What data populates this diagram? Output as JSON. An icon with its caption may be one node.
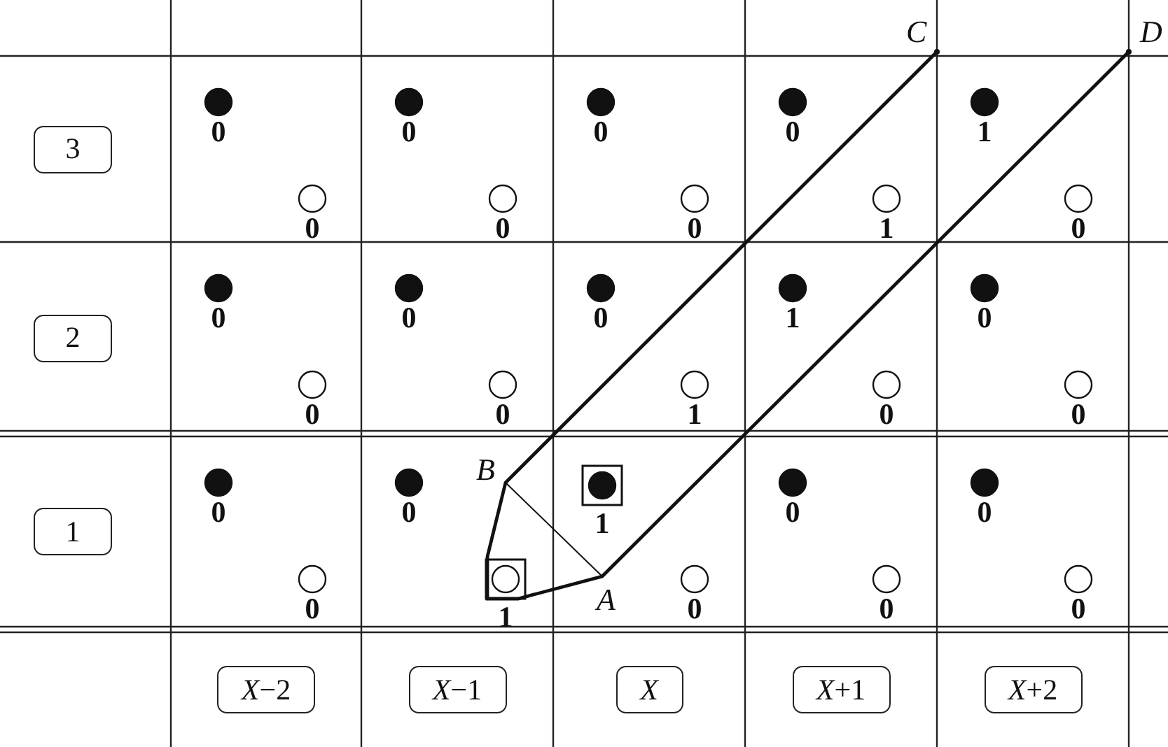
{
  "diagram": {
    "nodes": [
      {
        "text": [
          "3"
        ]
      },
      {
        "text": [
          "2"
        ]
      },
      {
        "text": [
          "1"
        ]
      },
      {
        "text": [
          "*X*−2"
        ]
      },
      {
        "text": [
          "*X*−1"
        ]
      },
      {
        "text": [
          "*X*"
        ]
      },
      {
        "text": [
          "*X*+1"
        ]
      },
      {
        "text": [
          "*X*+2"
        ]
      }
    ],
    "edges": [],
    "labels": [
      "C",
      "D",
      "0",
      "0",
      "0",
      "0",
      "0",
      "0",
      "0",
      "1",
      "1",
      "0",
      "0",
      "0",
      "0",
      "0",
      "0",
      "1",
      "1",
      "0",
      "0",
      "0",
      "B",
      "0",
      "0",
      "0",
      "1",
      "1",
      "0",
      "0",
      "0",
      "0",
      "0",
      "A"
    ]
  }
}
